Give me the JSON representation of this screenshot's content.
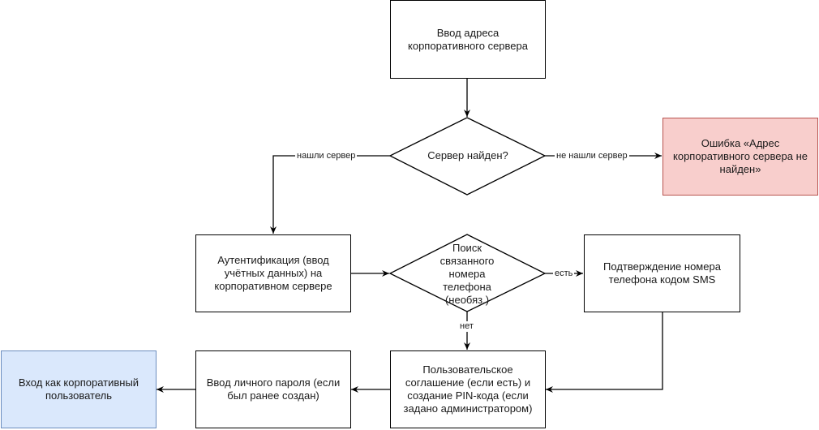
{
  "colors": {
    "error_fill": "#f8cecc",
    "error_stroke": "#b85450",
    "final_fill": "#dae8fc",
    "final_stroke": "#6c8ebf",
    "default_stroke": "#000000"
  },
  "nodes": {
    "enter_server": "Ввод адреса корпоративного сервера",
    "server_found": "Сервер найден?",
    "error": "Ошибка «Адрес корпоративного сервера не найден»",
    "auth": "Аутентификация (ввод учётных данных) на корпоративном сервере",
    "phone_search": "Поиск связанного номера телефона (необяз.)",
    "sms": "Подтверждение номера телефона кодом SMS",
    "agreement": "Пользовательское соглашение (если есть) и создание PIN-кода (если задано администратором)",
    "password": "Ввод личного пароля (если был ранее создан)",
    "login": "Вход как корпоративный пользователь"
  },
  "edges": {
    "found": "нашли сервер",
    "not_found": "не нашли сервер",
    "has_phone": "есть",
    "no_phone": "нет"
  }
}
